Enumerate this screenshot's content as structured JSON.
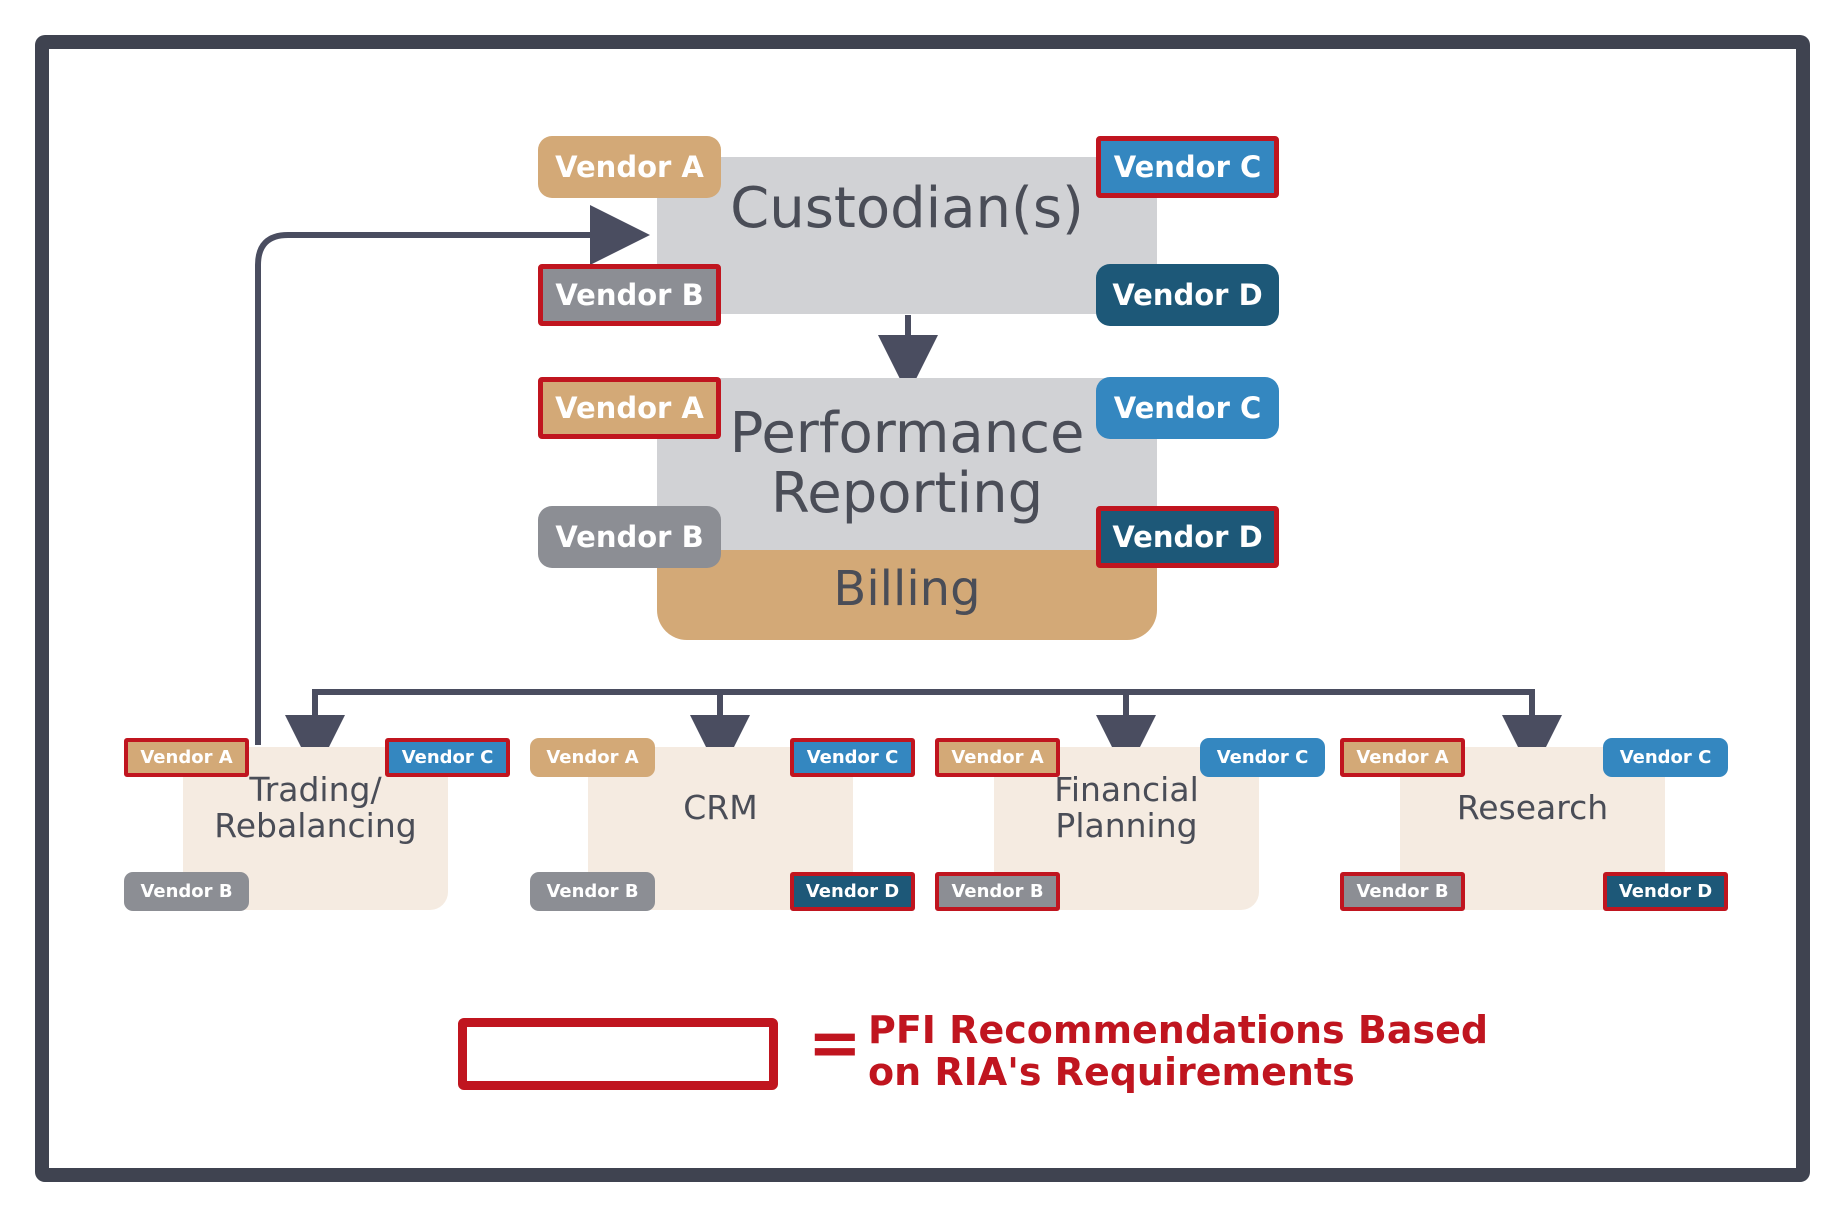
{
  "boxes": {
    "custodians": "Custodian(s)",
    "performance_line1": "Performance",
    "performance_line2": "Reporting",
    "billing": "Billing",
    "trading_line1": "Trading/",
    "trading_line2": "Rebalancing",
    "crm": "CRM",
    "financial_line1": "Financial",
    "financial_line2": "Planning",
    "research": "Research"
  },
  "vendors": {
    "a": "Vendor A",
    "b": "Vendor B",
    "c": "Vendor C",
    "d": "Vendor D"
  },
  "recommended": {
    "custodians": [
      "Vendor B",
      "Vendor C"
    ],
    "performance_reporting": [
      "Vendor A",
      "Vendor D"
    ],
    "trading_rebalancing": [
      "Vendor A",
      "Vendor C"
    ],
    "crm": [
      "Vendor C",
      "Vendor D"
    ],
    "financial_planning": [
      "Vendor A",
      "Vendor B"
    ],
    "research": [
      "Vendor A",
      "Vendor B",
      "Vendor D"
    ]
  },
  "legend": {
    "equals": "=",
    "line1": "PFI Recommendations Based",
    "line2": "on RIA's Requirements"
  },
  "colors": {
    "vendor_a": "#d3a977",
    "vendor_b": "#8c8e94",
    "vendor_c": "#3487c0",
    "vendor_d": "#1d5878",
    "recommendation_outline": "#c0151f",
    "connector": "#4a4d60"
  }
}
